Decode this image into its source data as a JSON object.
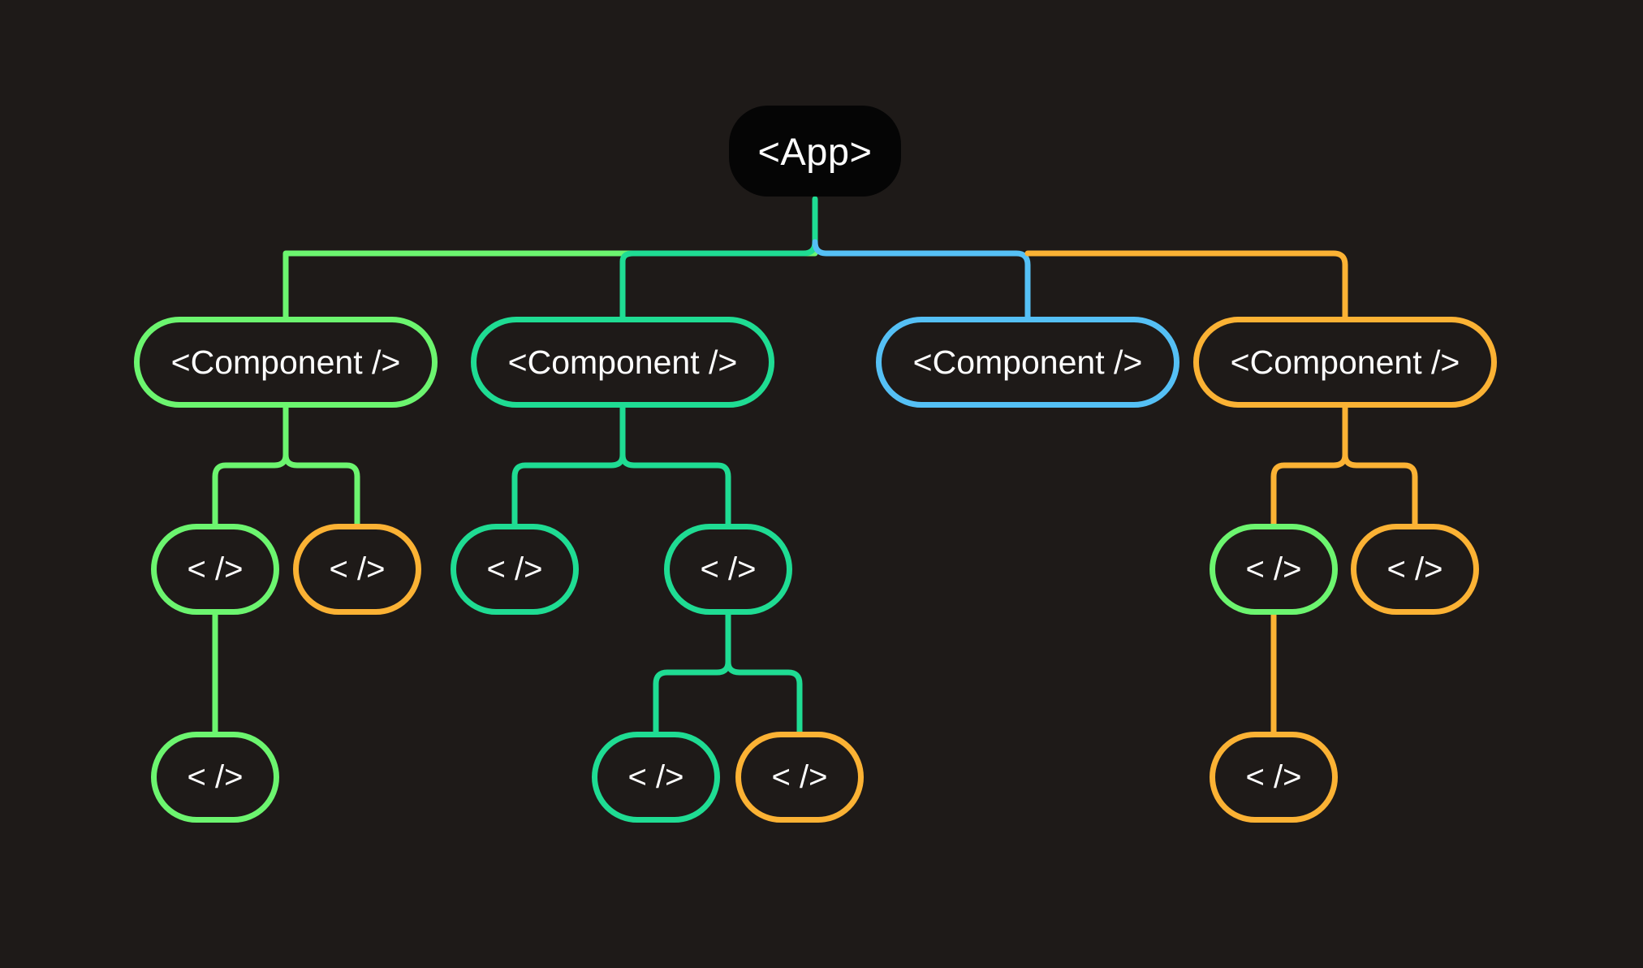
{
  "diagram": {
    "colors": {
      "background": "#1e1a18",
      "root_fill": "#050505",
      "text": "#ffffff",
      "green": "#6cf56f",
      "teal": "#1fdc93",
      "blue": "#55c0f5",
      "orange": "#fbb234"
    },
    "root": {
      "label": "<App>"
    },
    "components": [
      {
        "label": "<Component />",
        "color": "green"
      },
      {
        "label": "<Component />",
        "color": "teal"
      },
      {
        "label": "<Component />",
        "color": "blue"
      },
      {
        "label": "<Component />",
        "color": "orange"
      }
    ],
    "leaves": [
      {
        "label": "< />",
        "color": "green",
        "parent": "component-1"
      },
      {
        "label": "< />",
        "color": "orange",
        "parent": "component-1"
      },
      {
        "label": "< />",
        "color": "teal",
        "parent": "component-2"
      },
      {
        "label": "< />",
        "color": "teal",
        "parent": "component-2"
      },
      {
        "label": "< />",
        "color": "green",
        "parent": "component-4"
      },
      {
        "label": "< />",
        "color": "orange",
        "parent": "component-4"
      }
    ],
    "grandchildren": [
      {
        "label": "< />",
        "color": "green",
        "parent": "leaf-1"
      },
      {
        "label": "< />",
        "color": "teal",
        "parent": "leaf-4"
      },
      {
        "label": "< />",
        "color": "orange",
        "parent": "leaf-4"
      },
      {
        "label": "< />",
        "color": "orange",
        "parent": "leaf-5"
      }
    ]
  }
}
